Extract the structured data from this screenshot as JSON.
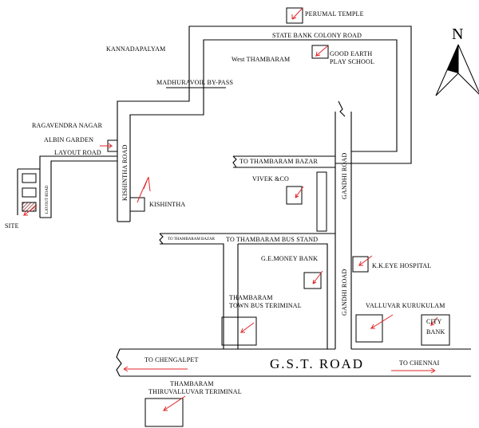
{
  "colors": {
    "accent": "#e0262a",
    "line": "#000000",
    "background": "#ffffff"
  },
  "north": {
    "label": "N"
  },
  "roads": {
    "state_bank_colony": "STATE BANK COLONY ROAD",
    "madhuravoil_bypass": "MADHURAVOIL BY-PASS",
    "layout_road": "LAYOUT ROAD",
    "layout_road_vertical": "LAYOUT ROAD",
    "kishintha_road": "KISHINTHA ROAD",
    "gandhi_road_upper": "GANDHI ROAD",
    "gandhi_road_lower": "GANDHI ROAD",
    "to_thambaram_bazar": "TO THAMBARAM BAZAR",
    "to_thambaram_bazar_small": "TO THAMBARAM BAZAR",
    "to_thambaram_bus_stand": "TO THAMBARAM BUS STAND",
    "gst_road": "G.S.T. ROAD",
    "to_chengalpet": "TO CHENGALPET",
    "to_chennai": "TO CHENNAI"
  },
  "areas": {
    "kannadapalyam": "KANNADAPALYAM",
    "west_thambaram": "West THAMBARAM",
    "ragavendra_nagar": "RAGAVENDRA NAGAR",
    "albin_garden": "ALBIN GARDEN"
  },
  "landmarks": {
    "perumal_temple": "PERUMAL TEMPLE",
    "good_earth_1": "GOOD EARTH",
    "good_earth_2": "PLAY SCHOOL",
    "kishintha": "KISHINTHA",
    "vivek": "VIVEK &CO",
    "ge_money": "G.E.MONEY BANK",
    "kk_eye": "K.K.EYE HOSPITAL",
    "town_bus_1": "THAMBARAM",
    "town_bus_2": "TOWN BUS TERIMINAL",
    "valluvar": "VALLUVAR KURUKULAM",
    "city_bank_1": "CITY",
    "city_bank_2": "BANK",
    "thiru_1": "THAMBARAM",
    "thiru_2": "THIRUVALLUVAR TERIMINAL",
    "site": "SITE"
  }
}
